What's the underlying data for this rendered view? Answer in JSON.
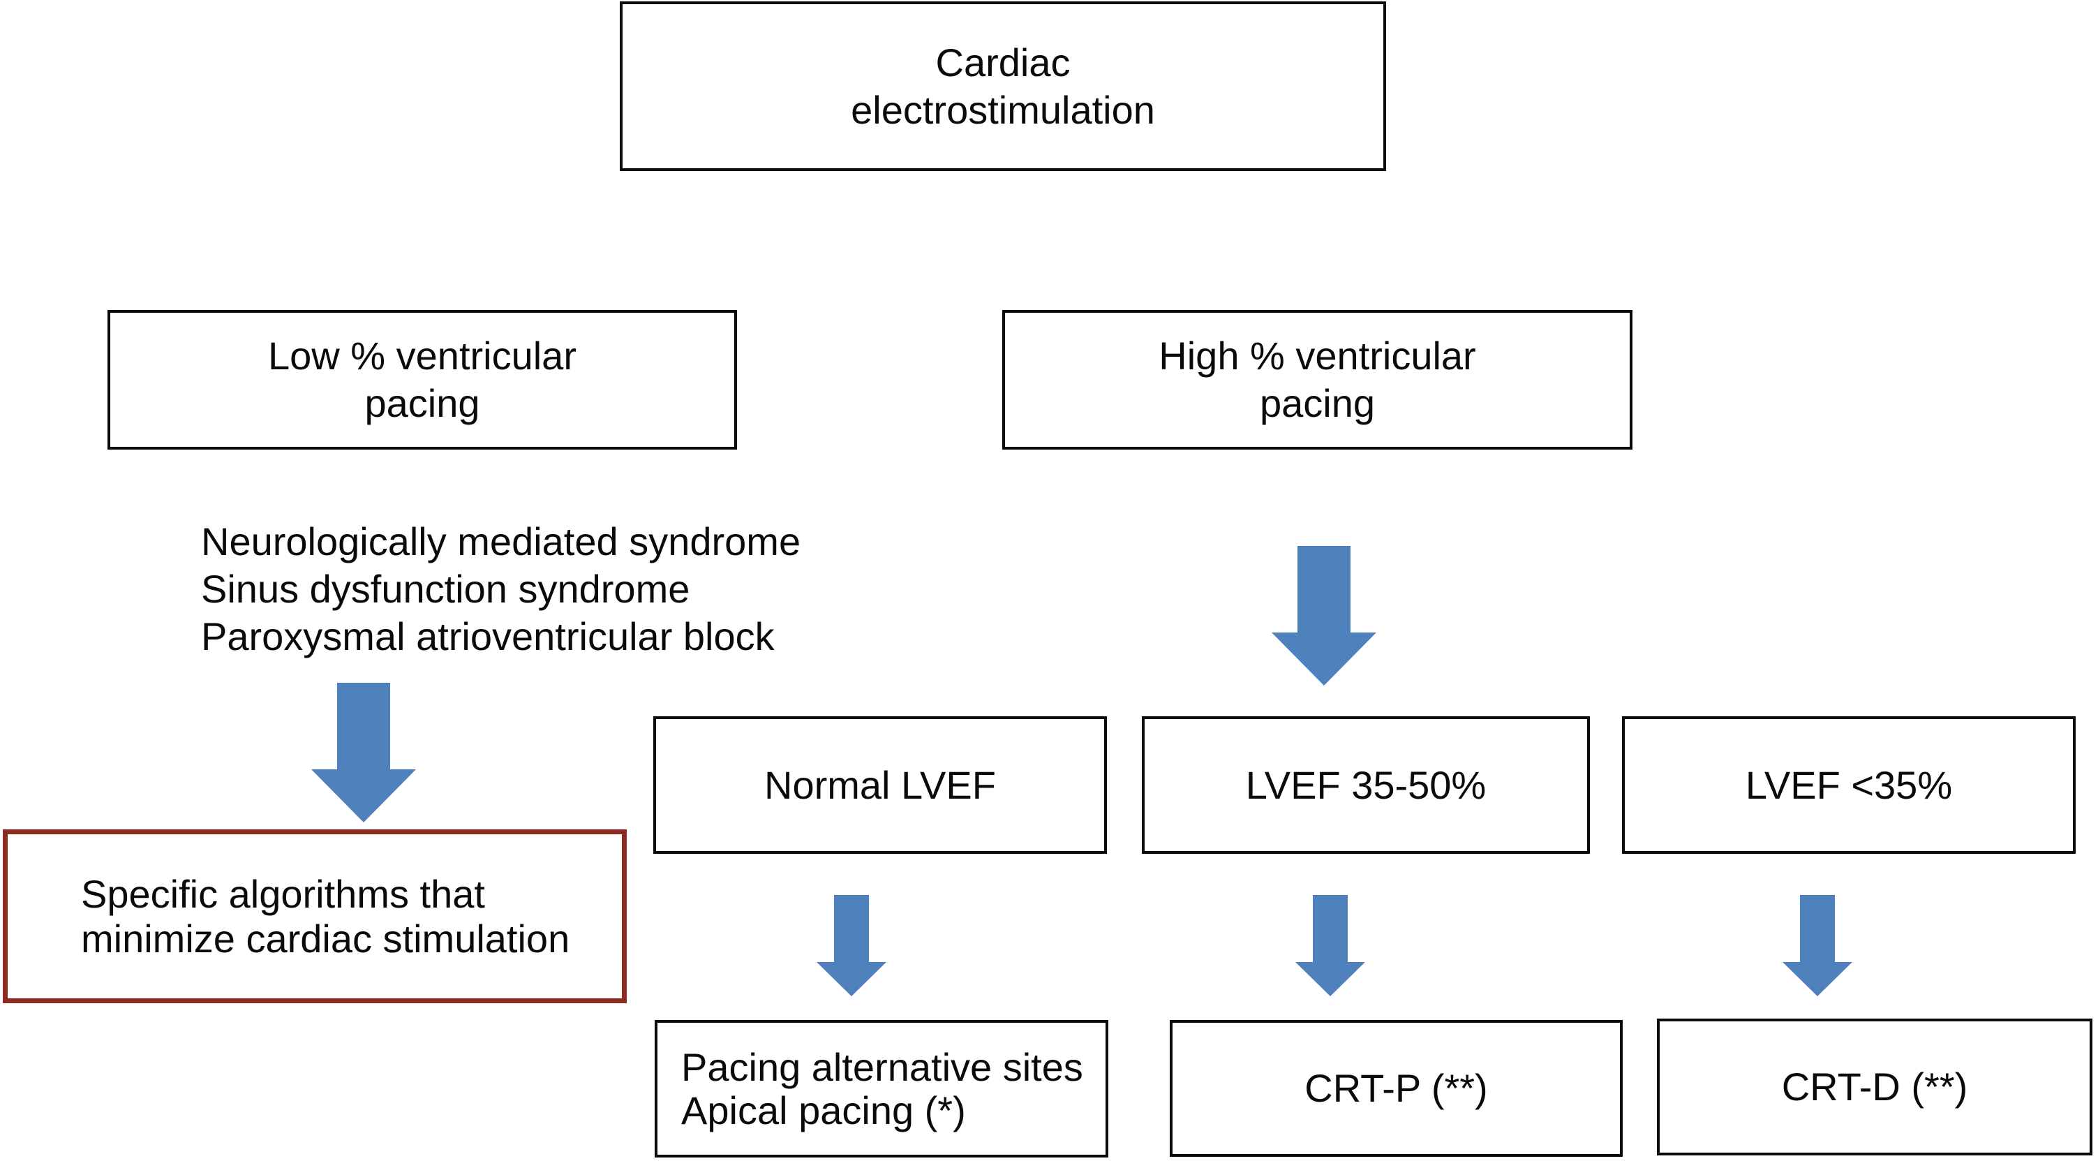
{
  "diagram": {
    "nodes": {
      "root": {
        "lines": [
          "Cardiac",
          "electrostimulation"
        ]
      },
      "low": {
        "lines": [
          "Low % ventricular",
          "pacing"
        ]
      },
      "high": {
        "lines": [
          "High % ventricular",
          "pacing"
        ]
      },
      "indications": {
        "lines": [
          "Neurologically mediated syndrome",
          "Sinus dysfunction syndrome",
          "Paroxysmal atrioventricular block"
        ]
      },
      "algorithms": {
        "lines": [
          "Specific algorithms that",
          "minimize cardiac stimulation"
        ]
      },
      "lvef_normal": {
        "label": "Normal LVEF"
      },
      "lvef_mid": {
        "label": "LVEF 35-50%"
      },
      "lvef_low": {
        "label": "LVEF <35%"
      },
      "pacing": {
        "lines": [
          "Pacing alternative sites",
          "Apical pacing (*)"
        ]
      },
      "crt_p": {
        "label": "CRT-P (**)"
      },
      "crt_d": {
        "label": "CRT-D (**)"
      }
    },
    "icons": {
      "arrows": "down-block-arrow"
    }
  },
  "colors": {
    "arrow_blue": "#4f81bd",
    "highlight_red": "#8e2a22",
    "border_black": "#0a0a0a",
    "text_black": "#0a0a0a",
    "background": "#ffffff"
  }
}
